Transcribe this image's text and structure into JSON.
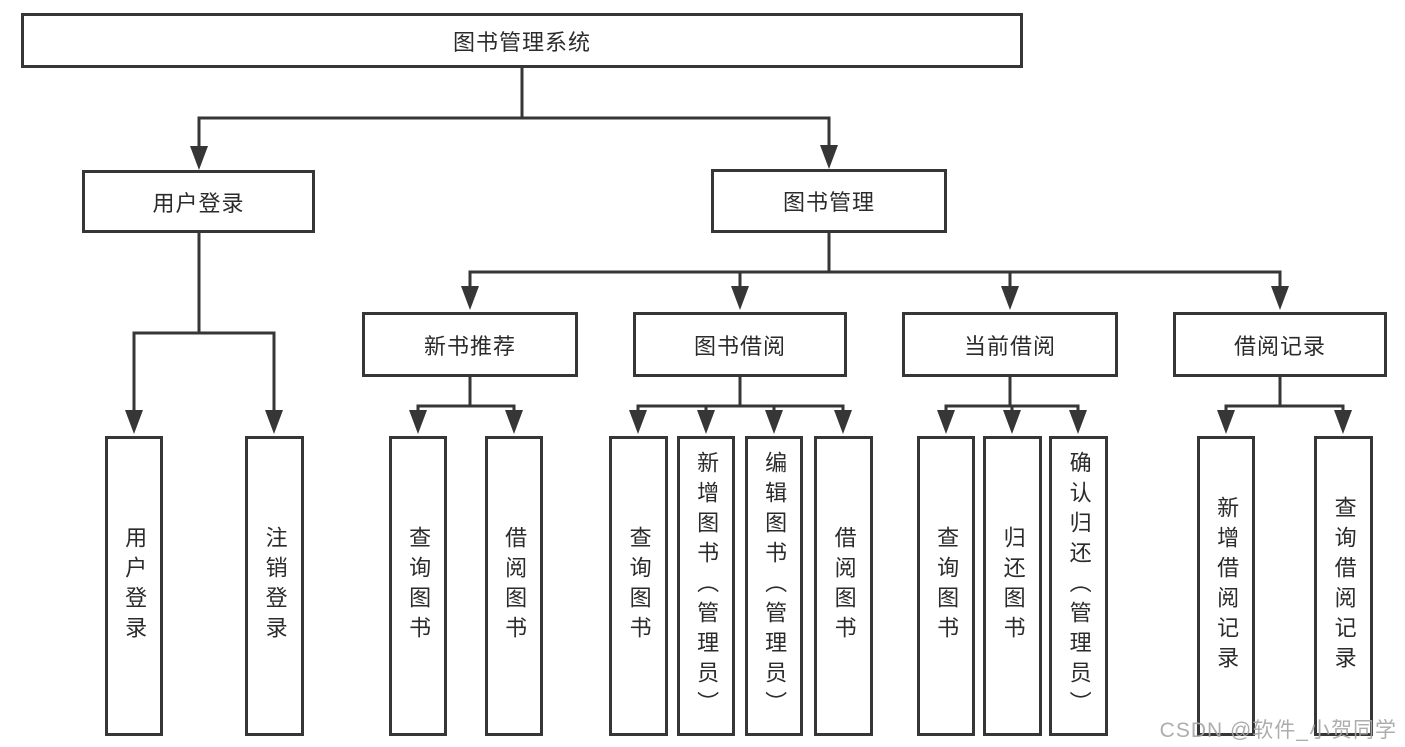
{
  "diagram": {
    "watermark": "CSDN @软件_小贺同学",
    "colors": {
      "line": "#363636",
      "text": "#2b2b2b",
      "background": "#ffffff",
      "watermark": "#a7a7a7"
    },
    "nodes": {
      "root": {
        "label": "图书管理系统"
      },
      "level2": [
        {
          "id": "user-login",
          "label": "用户登录"
        },
        {
          "id": "book-management",
          "label": "图书管理"
        }
      ],
      "level3": [
        {
          "id": "new-book-recommend",
          "label": "新书推荐",
          "parent": "图书管理"
        },
        {
          "id": "book-borrow",
          "label": "图书借阅",
          "parent": "图书管理"
        },
        {
          "id": "current-borrow",
          "label": "当前借阅",
          "parent": "图书管理"
        },
        {
          "id": "borrow-records",
          "label": "借阅记录",
          "parent": "图书管理"
        }
      ],
      "leaves": [
        {
          "id": "user-login-leaf",
          "label": "用户登录",
          "parent": "用户登录"
        },
        {
          "id": "logout",
          "label": "注销登录",
          "parent": "用户登录"
        },
        {
          "id": "query-books-recommend",
          "label": "查询图书",
          "parent": "新书推荐"
        },
        {
          "id": "borrow-books-recommend",
          "label": "借阅图书",
          "parent": "新书推荐"
        },
        {
          "id": "query-books-borrow",
          "label": "查询图书",
          "parent": "图书借阅"
        },
        {
          "id": "add-books-admin",
          "label": "新增图书（管理员）",
          "parent": "图书借阅"
        },
        {
          "id": "edit-books-admin",
          "label": "编辑图书（管理员）",
          "parent": "图书借阅"
        },
        {
          "id": "borrow-books",
          "label": "借阅图书",
          "parent": "图书借阅"
        },
        {
          "id": "query-books-current",
          "label": "查询图书",
          "parent": "当前借阅"
        },
        {
          "id": "return-books",
          "label": "归还图书",
          "parent": "当前借阅"
        },
        {
          "id": "confirm-return-admin",
          "label": "确认归还（管理员）",
          "parent": "当前借阅"
        },
        {
          "id": "add-borrow-record",
          "label": "新增借阅记录",
          "parent": "借阅记录"
        },
        {
          "id": "query-borrow-record",
          "label": "查询借阅记录",
          "parent": "借阅记录"
        }
      ]
    }
  }
}
